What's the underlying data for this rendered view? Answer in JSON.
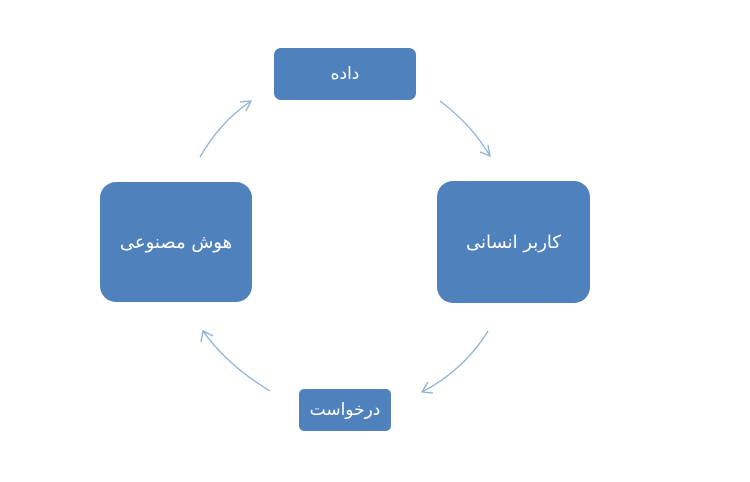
{
  "diagram": {
    "nodes": {
      "data": "داده",
      "human_user": "کاربر انسانی",
      "request": "درخواست",
      "ai": "هوش مصنوعی"
    },
    "colors": {
      "node_fill": "#4f81bd",
      "node_text": "#ffffff",
      "arrow": "#8eb1d6"
    }
  }
}
